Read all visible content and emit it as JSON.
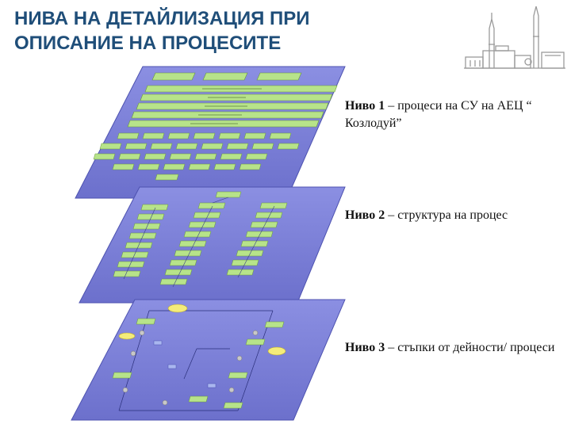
{
  "title": {
    "line1": "НИВА НА ДЕТАЙЛИЗАЦИЯ ПРИ",
    "line2": "ОПИСАНИЕ НА ПРОЦЕСИТЕ"
  },
  "levels": [
    {
      "label": "Ниво 1",
      "text": " – процеси на СУ на АЕЦ “ Козлодуй”"
    },
    {
      "label": "Ниво 2",
      "text": " – структура на процес"
    },
    {
      "label": "Ниво 3",
      "text": " – стъпки от дейности/ процеси"
    }
  ],
  "colors": {
    "title": "#1f4e79",
    "layer_fill": "#7b7fd8",
    "layer_edge": "#5f63c0",
    "process_box": "#b7e38a",
    "event_shape": "#f4ec7a",
    "logo": "#9a9a9a"
  },
  "icons": [
    "npp-skyline-logo"
  ]
}
